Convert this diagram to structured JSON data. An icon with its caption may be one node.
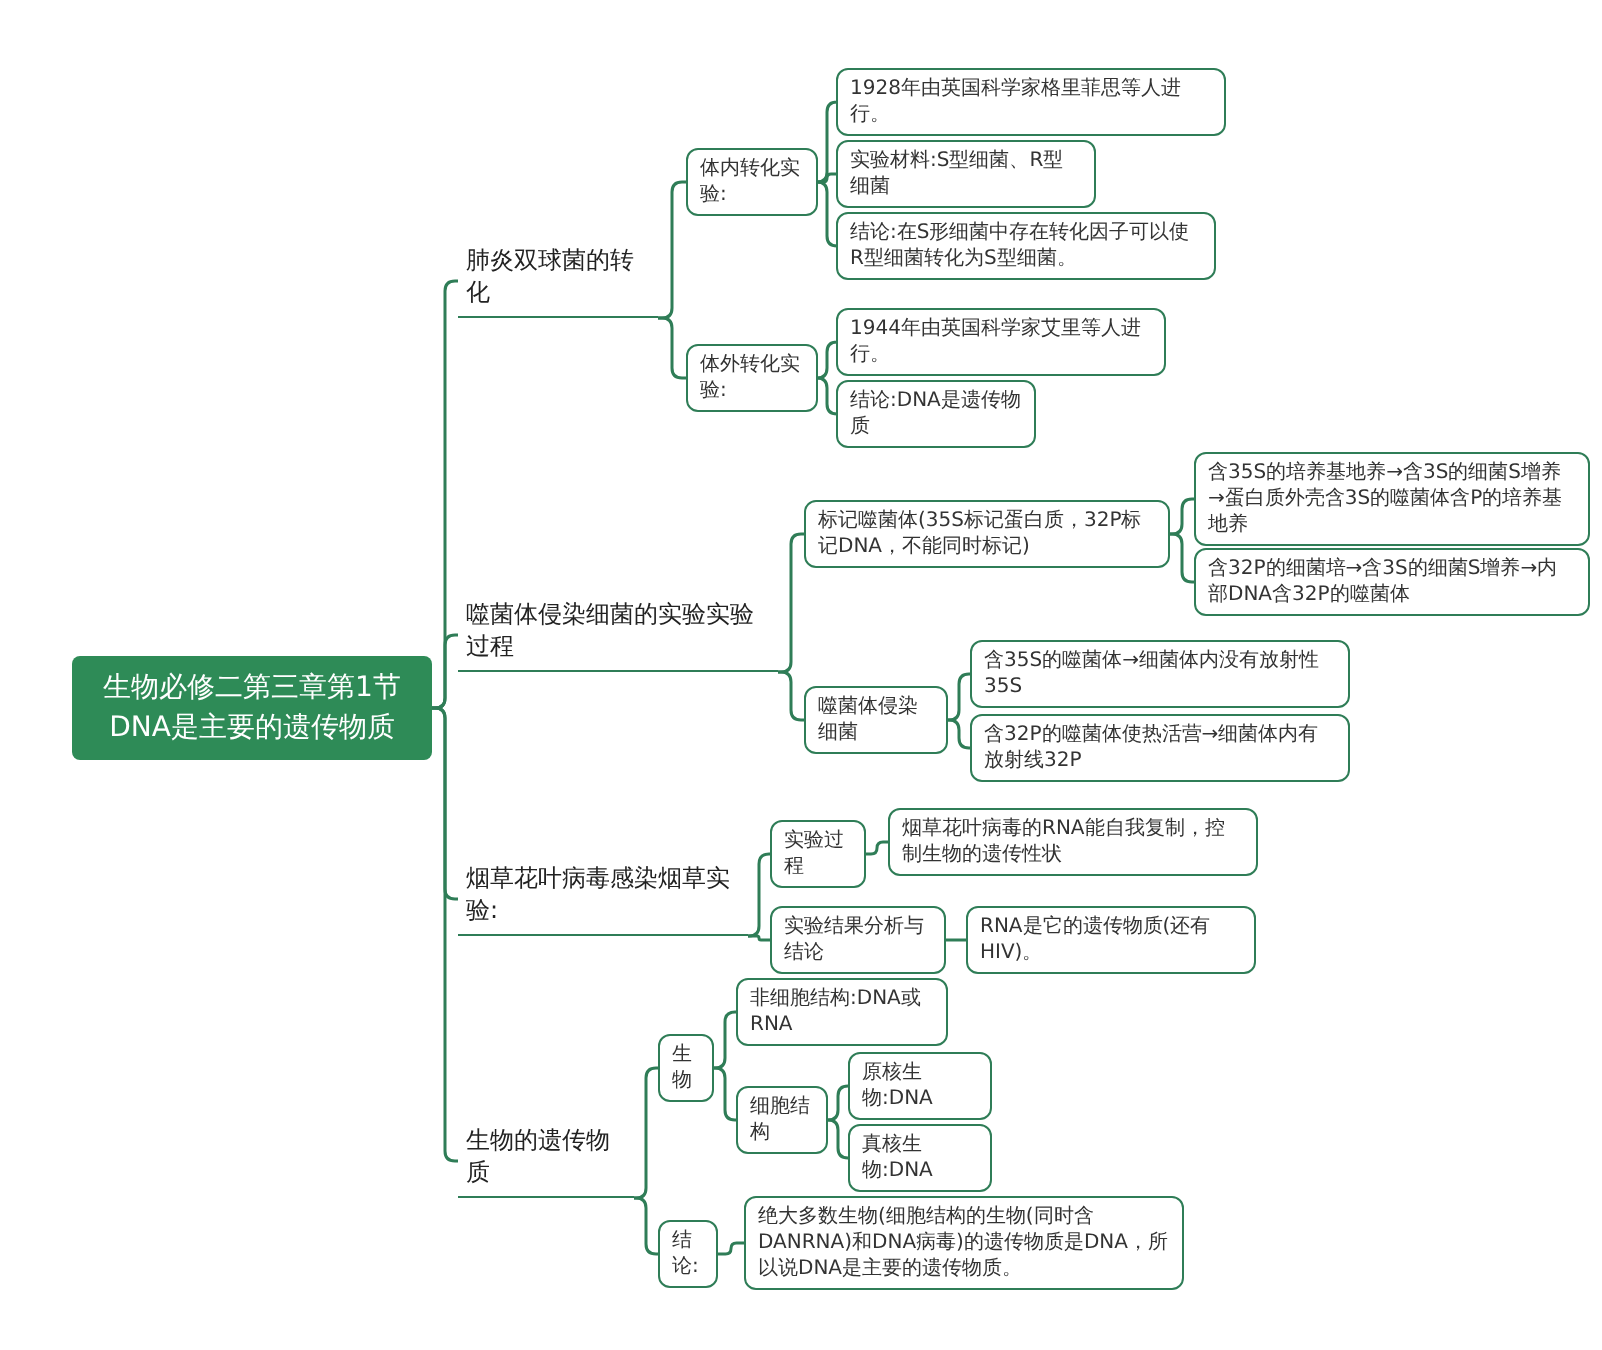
{
  "diagram": {
    "nodes": [
      {
        "text": [
          "生物必修二第三章第1节DNA是主要的遗传物质"
        ]
      },
      {
        "text": [
          "肺炎双球菌的转化"
        ]
      },
      {
        "text": [
          "体内转化实验:"
        ]
      },
      {
        "text": [
          "1928年由英国科学家格里菲思等人进行。"
        ]
      },
      {
        "text": [
          "实验材料:S型细菌、R型细菌"
        ]
      },
      {
        "text": [
          "结论:在S形细菌中存在转化因子可以使R型细菌转化为S型细菌。"
        ]
      },
      {
        "text": [
          "体外转化实验:"
        ]
      },
      {
        "text": [
          "1944年由英国科学家艾里等人进行。"
        ]
      },
      {
        "text": [
          "结论:DNA是遗传物质"
        ]
      },
      {
        "text": [
          "噬菌体侵染细菌的实验实验过程"
        ]
      },
      {
        "text": [
          "标记噬菌体(35S标记蛋白质，32P标记DNA，不能同时标记)"
        ]
      },
      {
        "text": [
          "含35S的培养基地养→含3S的细菌S增养→蛋白质外壳含3S的噬菌体含P的培养基地养"
        ]
      },
      {
        "text": [
          "含32P的细菌培→含3S的细菌S增养→内部DNA含32P的噬菌体"
        ]
      },
      {
        "text": [
          "噬菌体侵染细菌"
        ]
      },
      {
        "text": [
          "含35S的噬菌体→细菌体内没有放射性35S"
        ]
      },
      {
        "text": [
          "含32P的噬菌体使热活营→细菌体内有放射线32P"
        ]
      },
      {
        "text": [
          "烟草花叶病毒感染烟草实验:"
        ]
      },
      {
        "text": [
          "实验过程"
        ]
      },
      {
        "text": [
          "烟草花叶病毒的RNA能自我复制，控制生物的遗传性状"
        ]
      },
      {
        "text": [
          "实验结果分析与结论"
        ]
      },
      {
        "text": [
          "RNA是它的遗传物质(还有HIV)。"
        ]
      },
      {
        "text": [
          "生物的遗传物质"
        ]
      },
      {
        "text": [
          "生物"
        ]
      },
      {
        "text": [
          "非细胞结构:DNA或RNA"
        ]
      },
      {
        "text": [
          "细胞结构"
        ]
      },
      {
        "text": [
          "原核生物:DNA"
        ]
      },
      {
        "text": [
          "真核生物:DNA"
        ]
      },
      {
        "text": [
          "结论:"
        ]
      },
      {
        "text": [
          "绝大多数生物(细胞结构的生物(同时含DANRNA)和DNA病毒)的遗传物质是DNA，所以说DNA是主要的遗传物质。"
        ]
      }
    ],
    "edges": [
      {
        "from": 0,
        "to": 1,
        "arrow": "none"
      },
      {
        "from": 1,
        "to": 2,
        "arrow": "none"
      },
      {
        "from": 2,
        "to": 3,
        "arrow": "none"
      },
      {
        "from": 2,
        "to": 4,
        "arrow": "none"
      },
      {
        "from": 2,
        "to": 5,
        "arrow": "none"
      },
      {
        "from": 1,
        "to": 6,
        "arrow": "none"
      },
      {
        "from": 6,
        "to": 7,
        "arrow": "none"
      },
      {
        "from": 6,
        "to": 8,
        "arrow": "none"
      },
      {
        "from": 0,
        "to": 9,
        "arrow": "none"
      },
      {
        "from": 9,
        "to": 10,
        "arrow": "none"
      },
      {
        "from": 10,
        "to": 11,
        "arrow": "none"
      },
      {
        "from": 10,
        "to": 12,
        "arrow": "none"
      },
      {
        "from": 9,
        "to": 13,
        "arrow": "none"
      },
      {
        "from": 13,
        "to": 14,
        "arrow": "none"
      },
      {
        "from": 13,
        "to": 15,
        "arrow": "none"
      },
      {
        "from": 0,
        "to": 16,
        "arrow": "none"
      },
      {
        "from": 16,
        "to": 17,
        "arrow": "none"
      },
      {
        "from": 17,
        "to": 18,
        "arrow": "none"
      },
      {
        "from": 16,
        "to": 19,
        "arrow": "none"
      },
      {
        "from": 19,
        "to": 20,
        "arrow": "none"
      },
      {
        "from": 0,
        "to": 21,
        "arrow": "none"
      },
      {
        "from": 21,
        "to": 22,
        "arrow": "none"
      },
      {
        "from": 22,
        "to": 23,
        "arrow": "none"
      },
      {
        "from": 22,
        "to": 24,
        "arrow": "none"
      },
      {
        "from": 24,
        "to": 25,
        "arrow": "none"
      },
      {
        "from": 24,
        "to": 26,
        "arrow": "none"
      },
      {
        "from": 21,
        "to": 27,
        "arrow": "none"
      },
      {
        "from": 27,
        "to": 28,
        "arrow": "none"
      }
    ]
  }
}
